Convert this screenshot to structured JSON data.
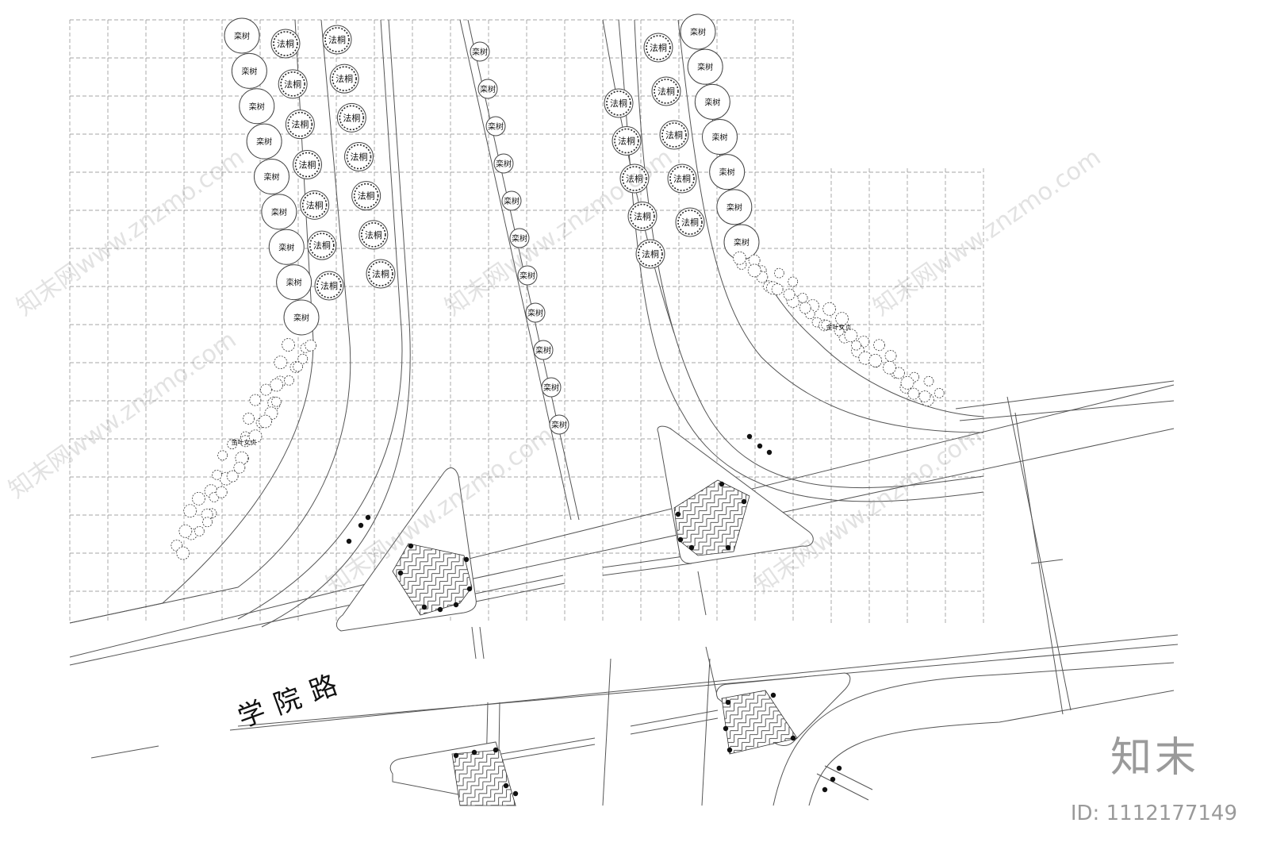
{
  "drawing": {
    "road_name": "学院路",
    "tree_label_luan": "栾树",
    "tree_label_wutong": "法桐",
    "shrub_label": "金叶女贞"
  },
  "branding": {
    "brand_name": "知末",
    "id_text": "ID: 1112177149",
    "watermark_text": "知末网www.znzmo.com"
  },
  "colors": {
    "line": "#555555",
    "grid": "#888888",
    "ink": "#111111",
    "watermark": "#9a9a9a"
  },
  "icons": [
    "tree-symbol-icon",
    "shrub-symbol-icon",
    "bollard-icon",
    "paving-hatch-icon"
  ]
}
